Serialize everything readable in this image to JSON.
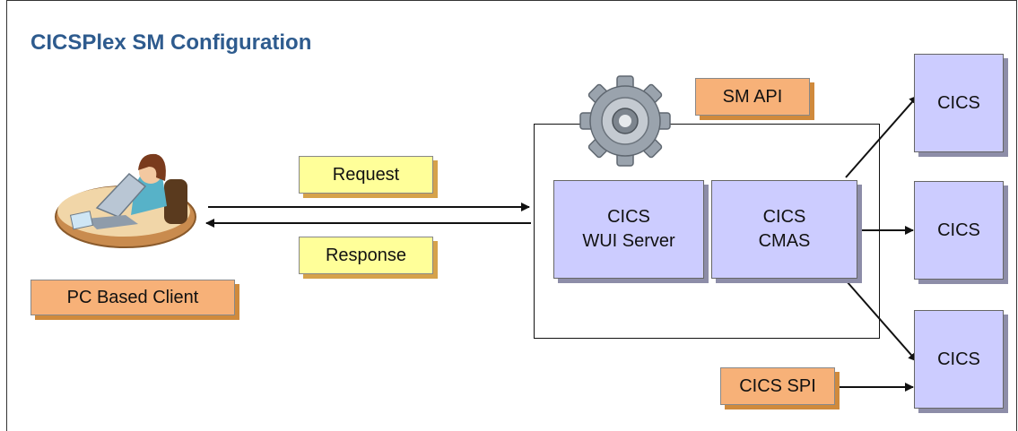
{
  "title": "CICSPlex SM Configuration",
  "client": {
    "label": "PC Based Client"
  },
  "flows": {
    "request": "Request",
    "response": "Response"
  },
  "labels": {
    "sm_api": "SM API",
    "cics_spi": "CICS SPI"
  },
  "wui": {
    "line1": "CICS",
    "line2": "WUI Server"
  },
  "cmas": {
    "line1": "CICS",
    "line2": "CMAS"
  },
  "regions": [
    {
      "label": "CICS"
    },
    {
      "label": "CICS"
    },
    {
      "label": "CICS"
    }
  ]
}
